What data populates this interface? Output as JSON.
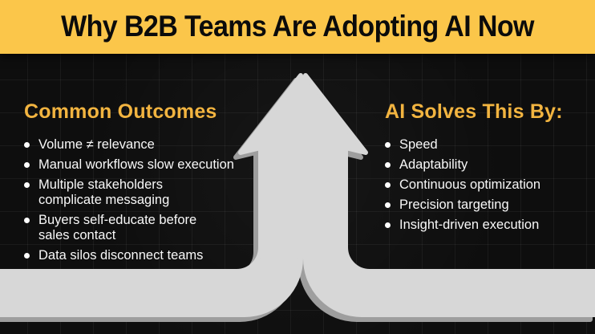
{
  "header": {
    "title": "Why B2B Teams Are Adopting AI Now",
    "bg_color": "#FBC64A",
    "text_color": "#0B0B0B"
  },
  "left_panel": {
    "heading": "Common Outcomes",
    "items": [
      [
        "Volume ≠ relevance"
      ],
      [
        "Manual workflows slow execution"
      ],
      [
        "Multiple stakeholders",
        "complicate messaging"
      ],
      [
        "Buyers self-educate before",
        "sales contact"
      ],
      [
        "Data silos disconnect teams"
      ]
    ]
  },
  "right_panel": {
    "heading": "AI Solves This By:",
    "items": [
      "Speed",
      "Adaptability",
      "Continuous optimization",
      "Precision targeting",
      "Insight-driven execution"
    ]
  },
  "graphic": {
    "name": "two-merge-up-arrows",
    "fill_color": "#D7D7D7",
    "shadow_color": "#9E9E9E"
  },
  "colors": {
    "background": "#0E0E0E",
    "grid_line": "#1C1C1C",
    "accent_gold": "#F2B440",
    "body_text": "#F8F8F8"
  }
}
